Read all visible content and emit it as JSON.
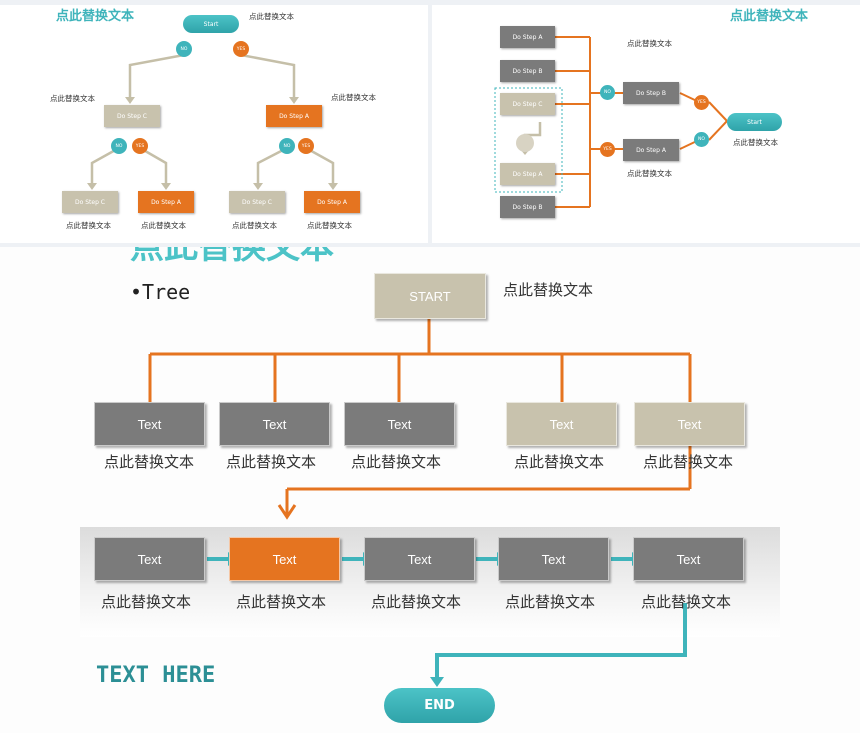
{
  "left_panel": {
    "title": "点此替换文本",
    "start": "Start",
    "start_caption": "点此替换文本",
    "no": "NO",
    "yes": "YES",
    "left_caption": "点此替换文本",
    "right_caption": "点此替换文本",
    "step_c": "Do Step C",
    "step_a": "Do Step A",
    "bottom_boxes": [
      "Do Step C",
      "Do Step A",
      "Do Step C",
      "Do Step A"
    ],
    "bottom_captions": [
      "点此替换文本",
      "点此替换文本",
      "点此替换文本",
      "点此替换文本"
    ]
  },
  "right_panel": {
    "title": "点此替换文本",
    "steps": [
      "Do Step A",
      "Do Step B",
      "Do Step C",
      "Do Step A",
      "Do Step B"
    ],
    "step_b2": "Do Step B",
    "step_a2": "Do Step A",
    "no": "NO",
    "yes": "YES",
    "start": "Start",
    "caption_top": "点此替换文本",
    "caption_mid": "点此替换文本",
    "caption_start": "点此替换文本"
  },
  "main": {
    "heading": "点此替换文本",
    "bullet": "•Tree",
    "start": "START",
    "start_caption": "点此替换文本",
    "row1": [
      {
        "label": "Text",
        "caption": "点此替换文本",
        "color": "#7b7b7b"
      },
      {
        "label": "Text",
        "caption": "点此替换文本",
        "color": "#7b7b7b"
      },
      {
        "label": "Text",
        "caption": "点此替换文本",
        "color": "#7b7b7b"
      },
      {
        "label": "Text",
        "caption": "点此替换文本",
        "color": "#c8c2ad"
      },
      {
        "label": "Text",
        "caption": "点此替换文本",
        "color": "#c8c2ad"
      }
    ],
    "row2": [
      {
        "label": "Text",
        "caption": "点此替换文本",
        "color": "#7b7b7b"
      },
      {
        "label": "Text",
        "caption": "点此替换文本",
        "color": "#e57420"
      },
      {
        "label": "Text",
        "caption": "点此替换文本",
        "color": "#7b7b7b"
      },
      {
        "label": "Text",
        "caption": "点此替换文本",
        "color": "#7b7b7b"
      },
      {
        "label": "Text",
        "caption": "点此替换文本",
        "color": "#7b7b7b"
      }
    ],
    "text_here": "TEXT HERE",
    "end": "END"
  },
  "colors": {
    "teal": "#3fb4bb",
    "orange": "#e57420",
    "gray": "#7b7b7b",
    "beige": "#c8c2ad"
  }
}
